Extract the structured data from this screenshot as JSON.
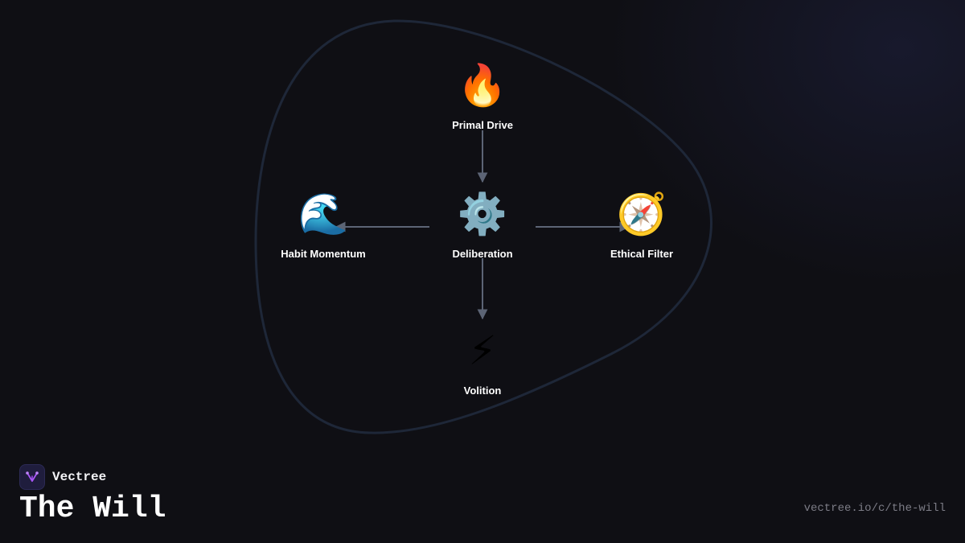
{
  "brand": {
    "name": "Vectree",
    "logo_icon": "vectree-logo-icon"
  },
  "title": "The Will",
  "url": "vectree.io/c/the-will",
  "colors": {
    "background": "#0f0f14",
    "blob_outline": "#1e2738",
    "connector": "#5c6475",
    "label": "#ffffff",
    "url_text": "#7c7c86",
    "logo_bg": "#1f1d3d",
    "logo_accent": "#a855f7"
  },
  "diagram": {
    "nodes": [
      {
        "id": "primal-drive",
        "label": "Primal Drive",
        "icon": "fire-icon",
        "glyph": "🔥"
      },
      {
        "id": "habit-momentum",
        "label": "Habit Momentum",
        "icon": "wave-icon",
        "glyph": "🌊"
      },
      {
        "id": "deliberation",
        "label": "Deliberation",
        "icon": "gear-icon",
        "glyph": "⚙️"
      },
      {
        "id": "ethical-filter",
        "label": "Ethical Filter",
        "icon": "compass-icon",
        "glyph": "🧭"
      },
      {
        "id": "volition",
        "label": "Volition",
        "icon": "lightning-icon",
        "glyph": "⚡"
      }
    ],
    "edges": [
      {
        "from": "primal-drive",
        "to": "deliberation"
      },
      {
        "from": "deliberation",
        "to": "habit-momentum"
      },
      {
        "from": "deliberation",
        "to": "ethical-filter"
      },
      {
        "from": "deliberation",
        "to": "volition"
      }
    ]
  }
}
